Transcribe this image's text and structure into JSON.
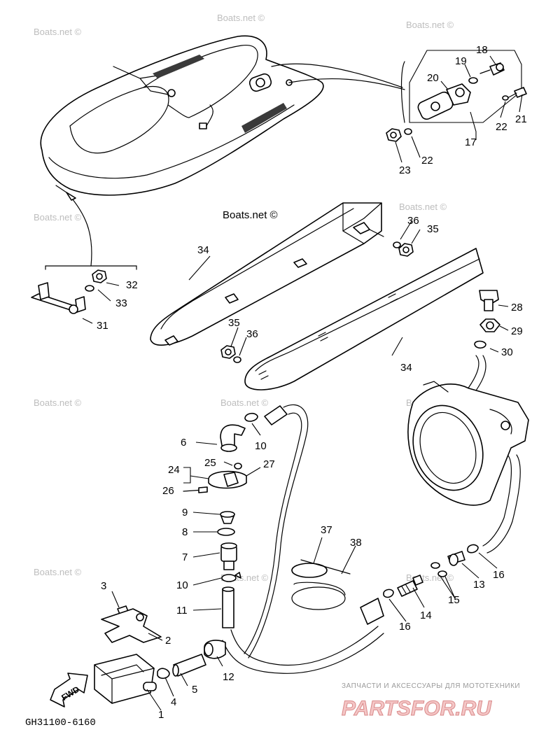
{
  "watermark": "Boats.net ©",
  "diagram_code": "GH31100-6160",
  "fwd_label": "FWD",
  "brand": {
    "tagline": "ЗАПЧАСТИ И АКСЕССУАРЫ ДЛЯ МОТОТЕХНИКИ",
    "name": "PARTSFOR.RU"
  },
  "callouts": {
    "c1": "1",
    "c2": "2",
    "c3": "3",
    "c4": "4",
    "c5": "5",
    "c6": "6",
    "c7": "7",
    "c8": "8",
    "c9": "9",
    "c10a": "10",
    "c10b": "10",
    "c11": "11",
    "c12": "12",
    "c13": "13",
    "c14": "14",
    "c15": "15",
    "c16a": "16",
    "c16b": "16",
    "c17": "17",
    "c18": "18",
    "c19": "19",
    "c20": "20",
    "c21": "21",
    "c22a": "22",
    "c22b": "22",
    "c23": "23",
    "c24": "24",
    "c25": "25",
    "c26": "26",
    "c27": "27",
    "c28": "28",
    "c29": "29",
    "c30": "30",
    "c31": "31",
    "c32": "32",
    "c33": "33",
    "c34a": "34",
    "c34b": "34",
    "c35a": "35",
    "c35b": "35",
    "c36a": "36",
    "c36b": "36",
    "c37": "37",
    "c38": "38"
  }
}
